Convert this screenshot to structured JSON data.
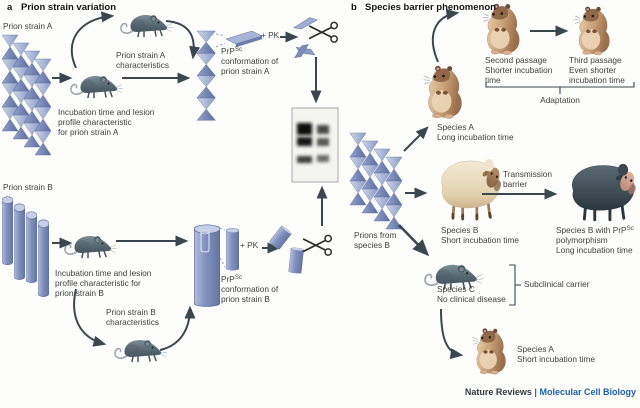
{
  "colors": {
    "prion_blue": "#8295bf",
    "prion_blue_light": "#b9c4de",
    "prion_blue_dark": "#6b7cab",
    "mouse_gray": "#5d6c75",
    "hamster_tan": "#c59c74",
    "sheep_cream": "#e9dec4",
    "sheep_black": "#3d4a52",
    "arrow": "#3b474f",
    "text": "#3e3e3e",
    "journal_blue": "#1d5fa5"
  },
  "panel_a": {
    "letter": "a",
    "title": "Prion strain variation",
    "strain_a_label": "Prion strain A",
    "strain_a_characteristics": [
      "Prion strain A",
      "characteristics"
    ],
    "incubation_a": [
      "Incubation time and lesion",
      "profile characteristic",
      "for prion strain A"
    ],
    "pk_a": "+ PK",
    "prp_a": {
      "base": "PrP",
      "sup": "Sc",
      "line2": "conformation of",
      "line3": "prion strain A"
    },
    "strain_b_label": "Prion strain B",
    "incubation_b": [
      "Incubation time and lesion",
      "profile characteristic for",
      "prion strain B"
    ],
    "strain_b_characteristics": [
      "Prion strain B",
      "characteristics"
    ],
    "pk_b": "+ PK",
    "prp_b": {
      "base": "PrP",
      "sup": "Sc",
      "line2": "conformation of",
      "line3": "prion strain B"
    }
  },
  "panel_b": {
    "letter": "b",
    "title": "Species barrier phenomenon",
    "second_passage": [
      "Second passage",
      "Shorter incubation",
      "time"
    ],
    "third_passage": [
      "Third passage",
      "Even shorter",
      "incubation time"
    ],
    "adaptation": "Adaptation",
    "species_a_long": [
      "Species A",
      "Long incubation time"
    ],
    "prions_from": [
      "Prions from",
      "species B"
    ],
    "species_b_short": [
      "Species B",
      "Short incubation time"
    ],
    "transmission_barrier": [
      "Transmission",
      "barrier"
    ],
    "species_b_poly": {
      "line1_pre": "Species B with ",
      "base": "PrP",
      "sup": "Sc",
      "line2": "polymorphism",
      "line3": "Long incubation time"
    },
    "species_c": [
      "Species C",
      "No clinical disease"
    ],
    "subclinical_carrier": "Subclinical carrier",
    "species_a_short": [
      "Species A",
      "Short incubation time"
    ]
  },
  "footer": {
    "publisher": "Nature Reviews",
    "separator": "|",
    "journal": "Molecular Cell Biology"
  }
}
